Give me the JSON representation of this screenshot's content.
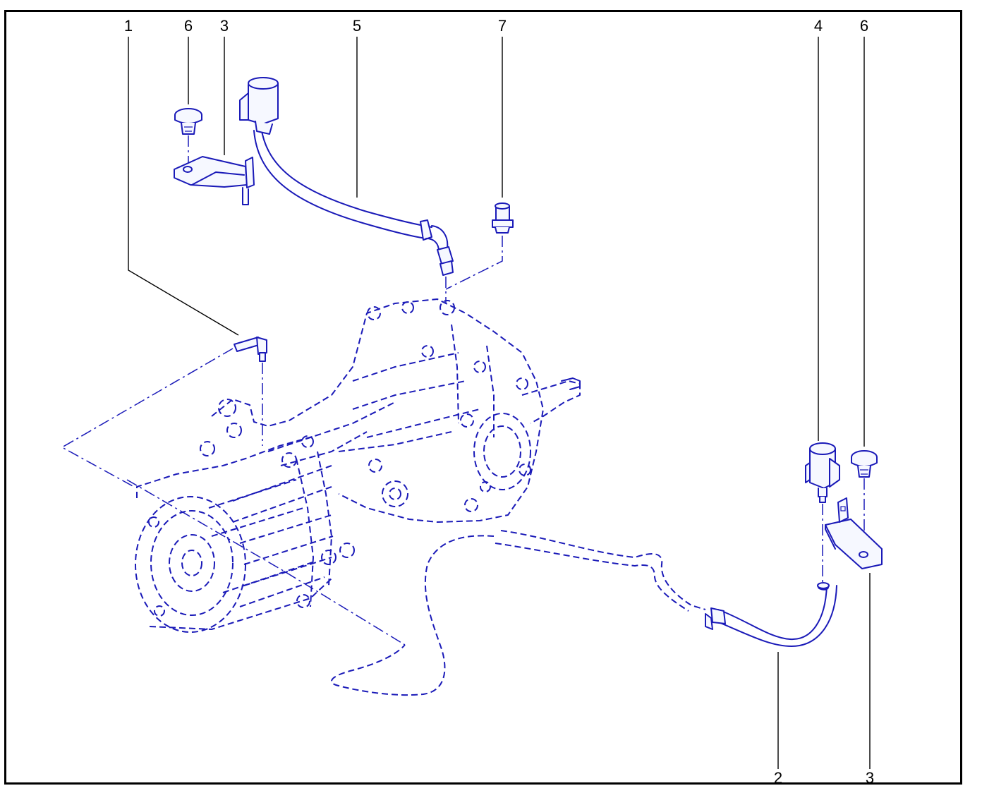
{
  "callouts": {
    "top_1": "1",
    "top_6_left": "6",
    "top_3_left": "3",
    "top_5": "5",
    "top_7": "7",
    "top_4": "4",
    "top_6_right": "6",
    "bottom_2": "2",
    "bottom_3": "3"
  },
  "colors": {
    "line_art": "#1a1ab8",
    "leader_lines": "#000000",
    "frame": "#000000",
    "background": "#ffffff"
  }
}
